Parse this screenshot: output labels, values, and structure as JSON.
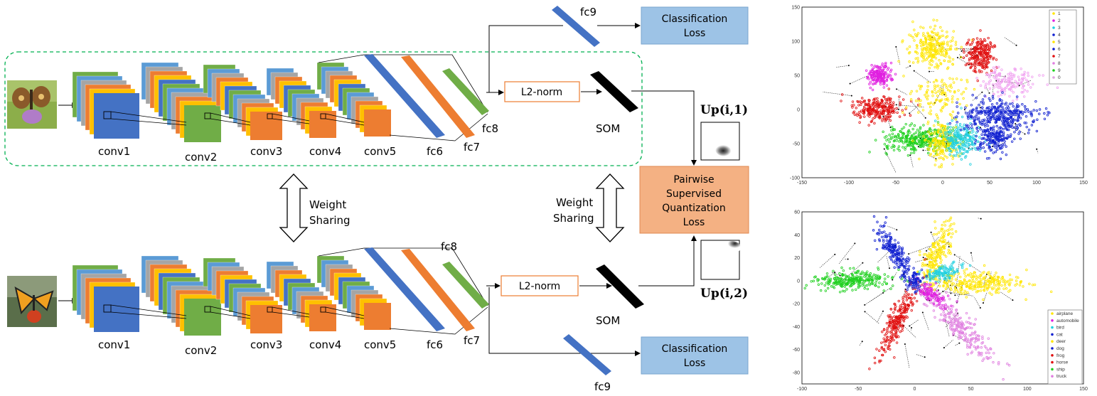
{
  "colors": {
    "conv_blue": "#4472c4",
    "conv_green": "#70ad47",
    "conv_orange": "#ed7d31",
    "loss_box": "#9dc3e6",
    "pairwise_box": "#f4b183",
    "dashed_border": "#00b050"
  },
  "branch_top": {
    "layers": [
      "conv1",
      "conv2",
      "conv3",
      "conv4",
      "conv5",
      "fc6",
      "fc7",
      "fc8",
      "fc9"
    ],
    "l2norm": "L2-norm",
    "som": "SOM",
    "u_label": "Up(i,1)",
    "classification_loss": [
      "Classification",
      "Loss"
    ]
  },
  "branch_bottom": {
    "layers": [
      "conv1",
      "conv2",
      "conv3",
      "conv4",
      "conv5",
      "fc6",
      "fc7",
      "fc8",
      "fc9"
    ],
    "l2norm": "L2-norm",
    "som": "SOM",
    "u_label": "Up(i,2)",
    "classification_loss": [
      "Classification",
      "Loss"
    ]
  },
  "weight_sharing_left": [
    "Weight",
    "Sharing"
  ],
  "weight_sharing_right": [
    "Weight",
    "Sharing"
  ],
  "pairwise_loss": [
    "Pairwise",
    "Supervised",
    "Quantization",
    "Loss"
  ],
  "plot_top": {
    "x_ticks": [
      "-150",
      "-100",
      "-50",
      "0",
      "50",
      "100",
      "150"
    ],
    "y_ticks": [
      "150",
      "100",
      "50",
      "0",
      "-50",
      "-100"
    ],
    "legend": [
      "1",
      "2",
      "3",
      "4",
      "5",
      "6",
      "7",
      "8",
      "9",
      "0"
    ],
    "legend_colors": [
      "#ffe600",
      "#e020e0",
      "#20d0e0",
      "#1020d0",
      "#ffe600",
      "#1020d0",
      "#e01010",
      "#e080e0",
      "#20d020",
      "#e0a0e0"
    ]
  },
  "plot_bottom": {
    "x_ticks": [
      "-100",
      "-50",
      "0",
      "50",
      "100",
      "150"
    ],
    "y_ticks": [
      "60",
      "40",
      "20",
      "0",
      "-20",
      "-40",
      "-60",
      "-80"
    ],
    "legend": [
      "airplane",
      "automobile",
      "bird",
      "cat",
      "deer",
      "dog",
      "frog",
      "horse",
      "ship",
      "truck"
    ],
    "legend_colors": [
      "#ffe600",
      "#e020e0",
      "#20d0e0",
      "#1020d0",
      "#ffe600",
      "#1020d0",
      "#e01010",
      "#e01010",
      "#20d020",
      "#e080e0"
    ]
  }
}
